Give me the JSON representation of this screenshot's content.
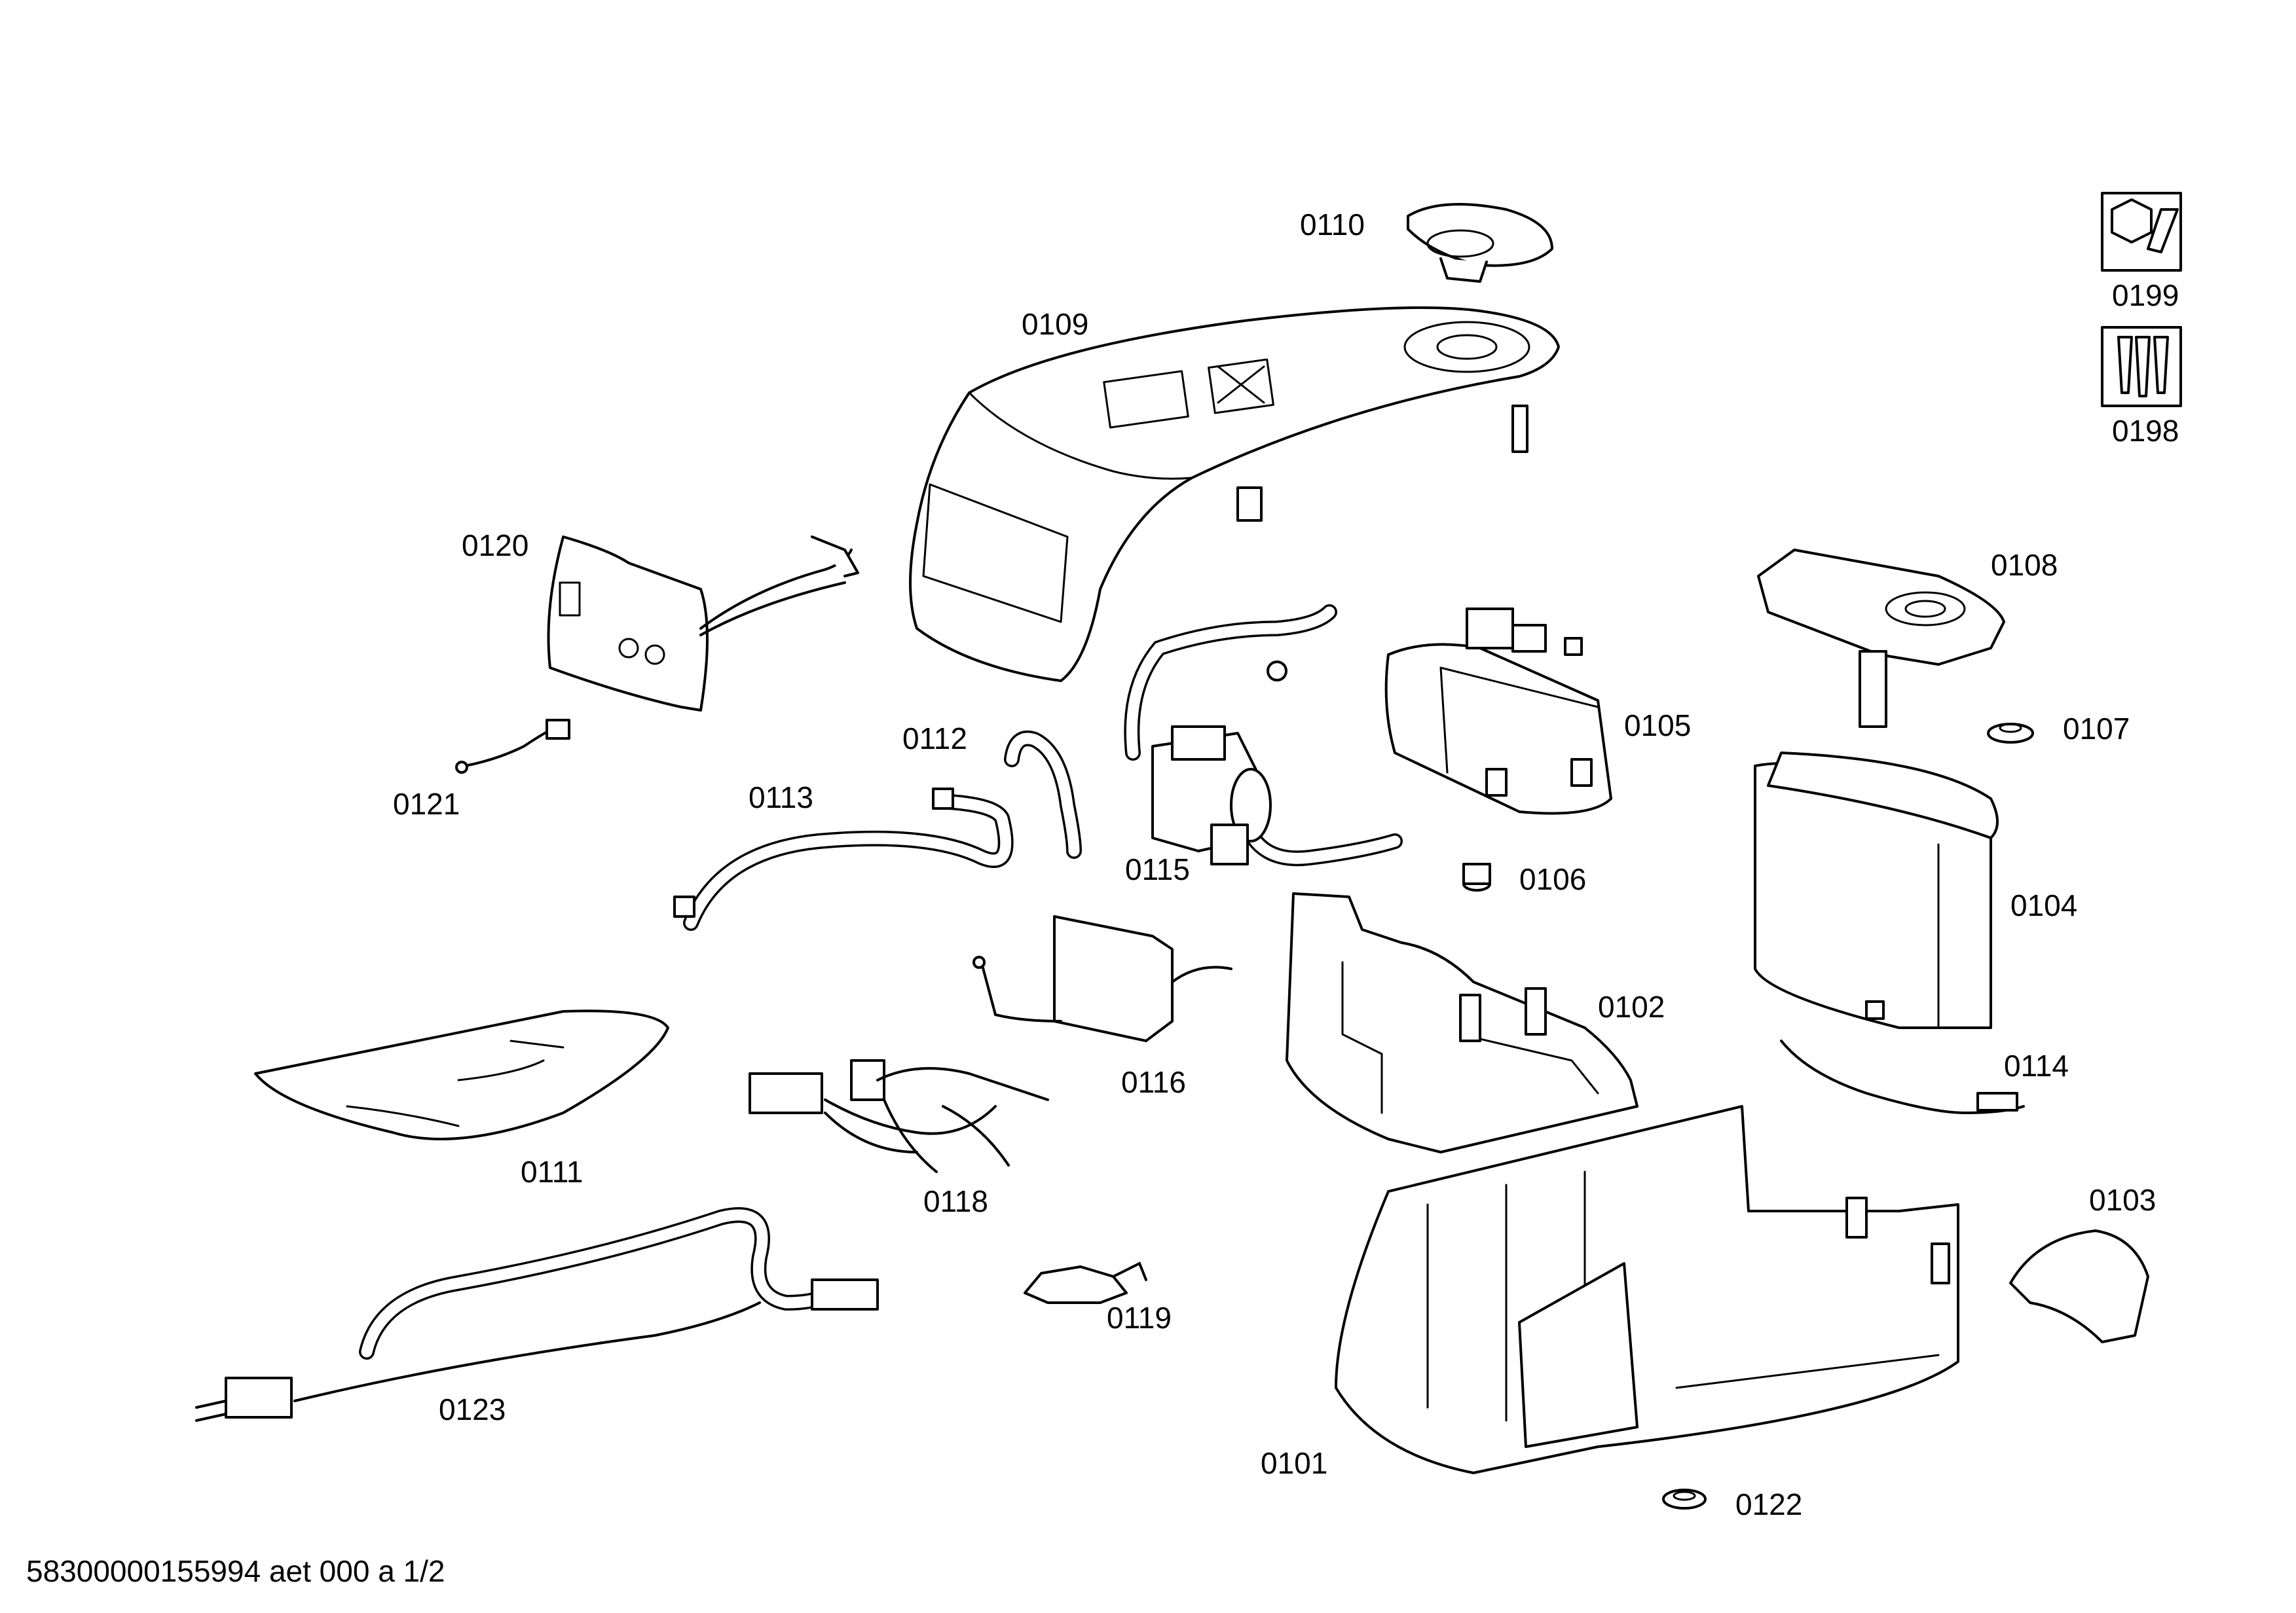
{
  "diagram": {
    "labels": {
      "p0101": "0101",
      "p0102": "0102",
      "p0103": "0103",
      "p0104": "0104",
      "p0105": "0105",
      "p0106": "0106",
      "p0107": "0107",
      "p0108": "0108",
      "p0109": "0109",
      "p0110": "0110",
      "p0111": "0111",
      "p0112": "0112",
      "p0113": "0113",
      "p0114": "0114",
      "p0115": "0115",
      "p0116": "0116",
      "p0118": "0118",
      "p0119": "0119",
      "p0120": "0120",
      "p0121": "0121",
      "p0122": "0122",
      "p0123": "0123",
      "p0198": "0198",
      "p0199": "0199"
    },
    "icons": {
      "p0199": "wrench-nut-icon",
      "p0198": "screws-icon"
    }
  },
  "footer": {
    "document_id": "58300000155994 aet 000 a 1/2"
  }
}
